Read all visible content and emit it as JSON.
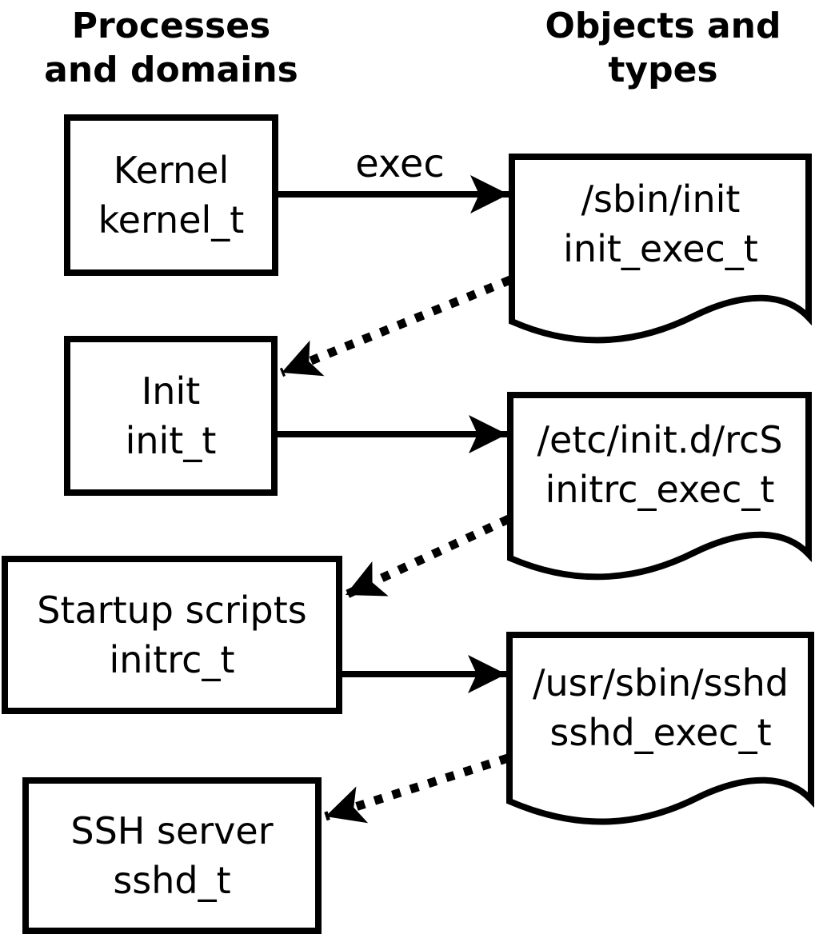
{
  "diagram": {
    "description": "SELinux process domain transition diagram",
    "colors": {
      "background": "#ffffff",
      "line": "#000000",
      "text": "#000000"
    },
    "column_headers": {
      "left": {
        "line1": "Processes",
        "line2": "and domains"
      },
      "right": {
        "line1": "Objects and",
        "line2": "types"
      }
    },
    "processes": [
      {
        "name": "Kernel",
        "type": "kernel_t"
      },
      {
        "name": "Init",
        "type": "init_t"
      },
      {
        "name": "Startup scripts",
        "type": "initrc_t"
      },
      {
        "name": "SSH server",
        "type": "sshd_t"
      }
    ],
    "objects": [
      {
        "path": "/sbin/init",
        "type": "init_exec_t"
      },
      {
        "path": "/etc/init.d/rcS",
        "type": "initrc_exec_t"
      },
      {
        "path": "/usr/sbin/sshd",
        "type": "sshd_exec_t"
      }
    ],
    "edges": [
      {
        "from": "kernel_t",
        "to": "init_exec_t",
        "style": "solid",
        "label": "exec"
      },
      {
        "from": "init_exec_t",
        "to": "init_t",
        "style": "dotted",
        "label": ""
      },
      {
        "from": "init_t",
        "to": "initrc_exec_t",
        "style": "solid",
        "label": ""
      },
      {
        "from": "initrc_exec_t",
        "to": "initrc_t",
        "style": "dotted",
        "label": ""
      },
      {
        "from": "initrc_t",
        "to": "sshd_exec_t",
        "style": "solid",
        "label": ""
      },
      {
        "from": "sshd_exec_t",
        "to": "sshd_t",
        "style": "dotted",
        "label": ""
      }
    ]
  }
}
